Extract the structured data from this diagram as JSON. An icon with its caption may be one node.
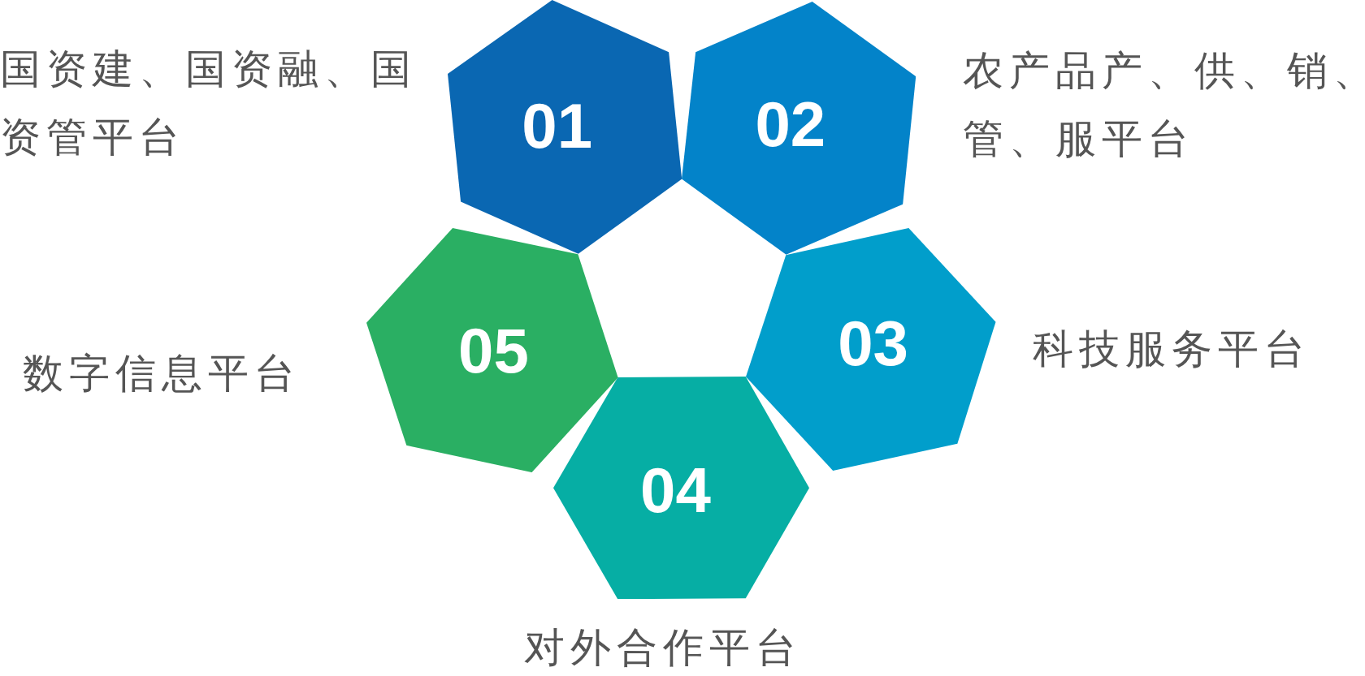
{
  "diagram": {
    "nodes": [
      {
        "text": [
          "01"
        ],
        "beside": [
          "国资建、国资融、国资管平台"
        ]
      },
      {
        "text": [
          "02"
        ],
        "beside": [
          "农产品产、供、销、管、服平台"
        ]
      },
      {
        "text": [
          "03"
        ],
        "beside": [
          "科技服务平台"
        ]
      },
      {
        "text": [
          "04"
        ],
        "beside": [
          "对外合作平台"
        ]
      },
      {
        "text": [
          "05"
        ],
        "beside": [
          "数字信息平台"
        ]
      }
    ]
  }
}
